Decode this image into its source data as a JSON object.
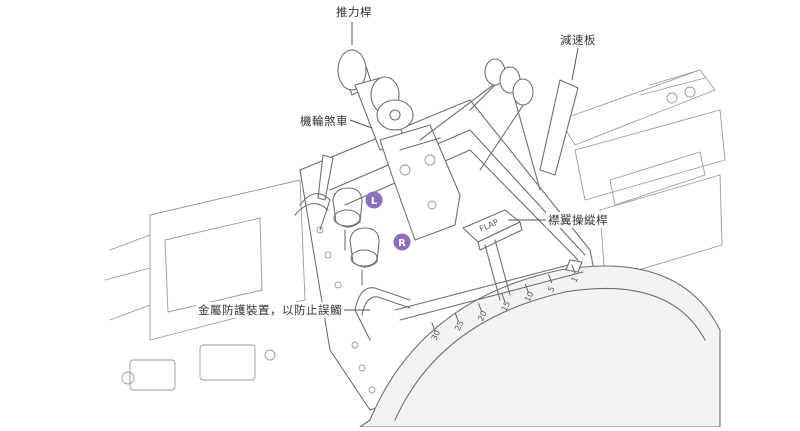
{
  "labels": {
    "thrust_lever": "推力桿",
    "speed_brake": "減速板",
    "parking_brake": "機輪煞車",
    "flap_lever": "襟翼操縱桿",
    "metal_guard": "金屬防護裝置，以防止誤觸"
  },
  "badges": {
    "left": "L",
    "right": "R"
  },
  "flap_knob_text": "FLAP",
  "flap_scale": [
    "1",
    "5",
    "10",
    "15",
    "20",
    "25",
    "30"
  ],
  "colors": {
    "knob_yellow": "#f2b23a",
    "badge_purple": "#8e6fbf",
    "line": "#6f6f6f"
  }
}
